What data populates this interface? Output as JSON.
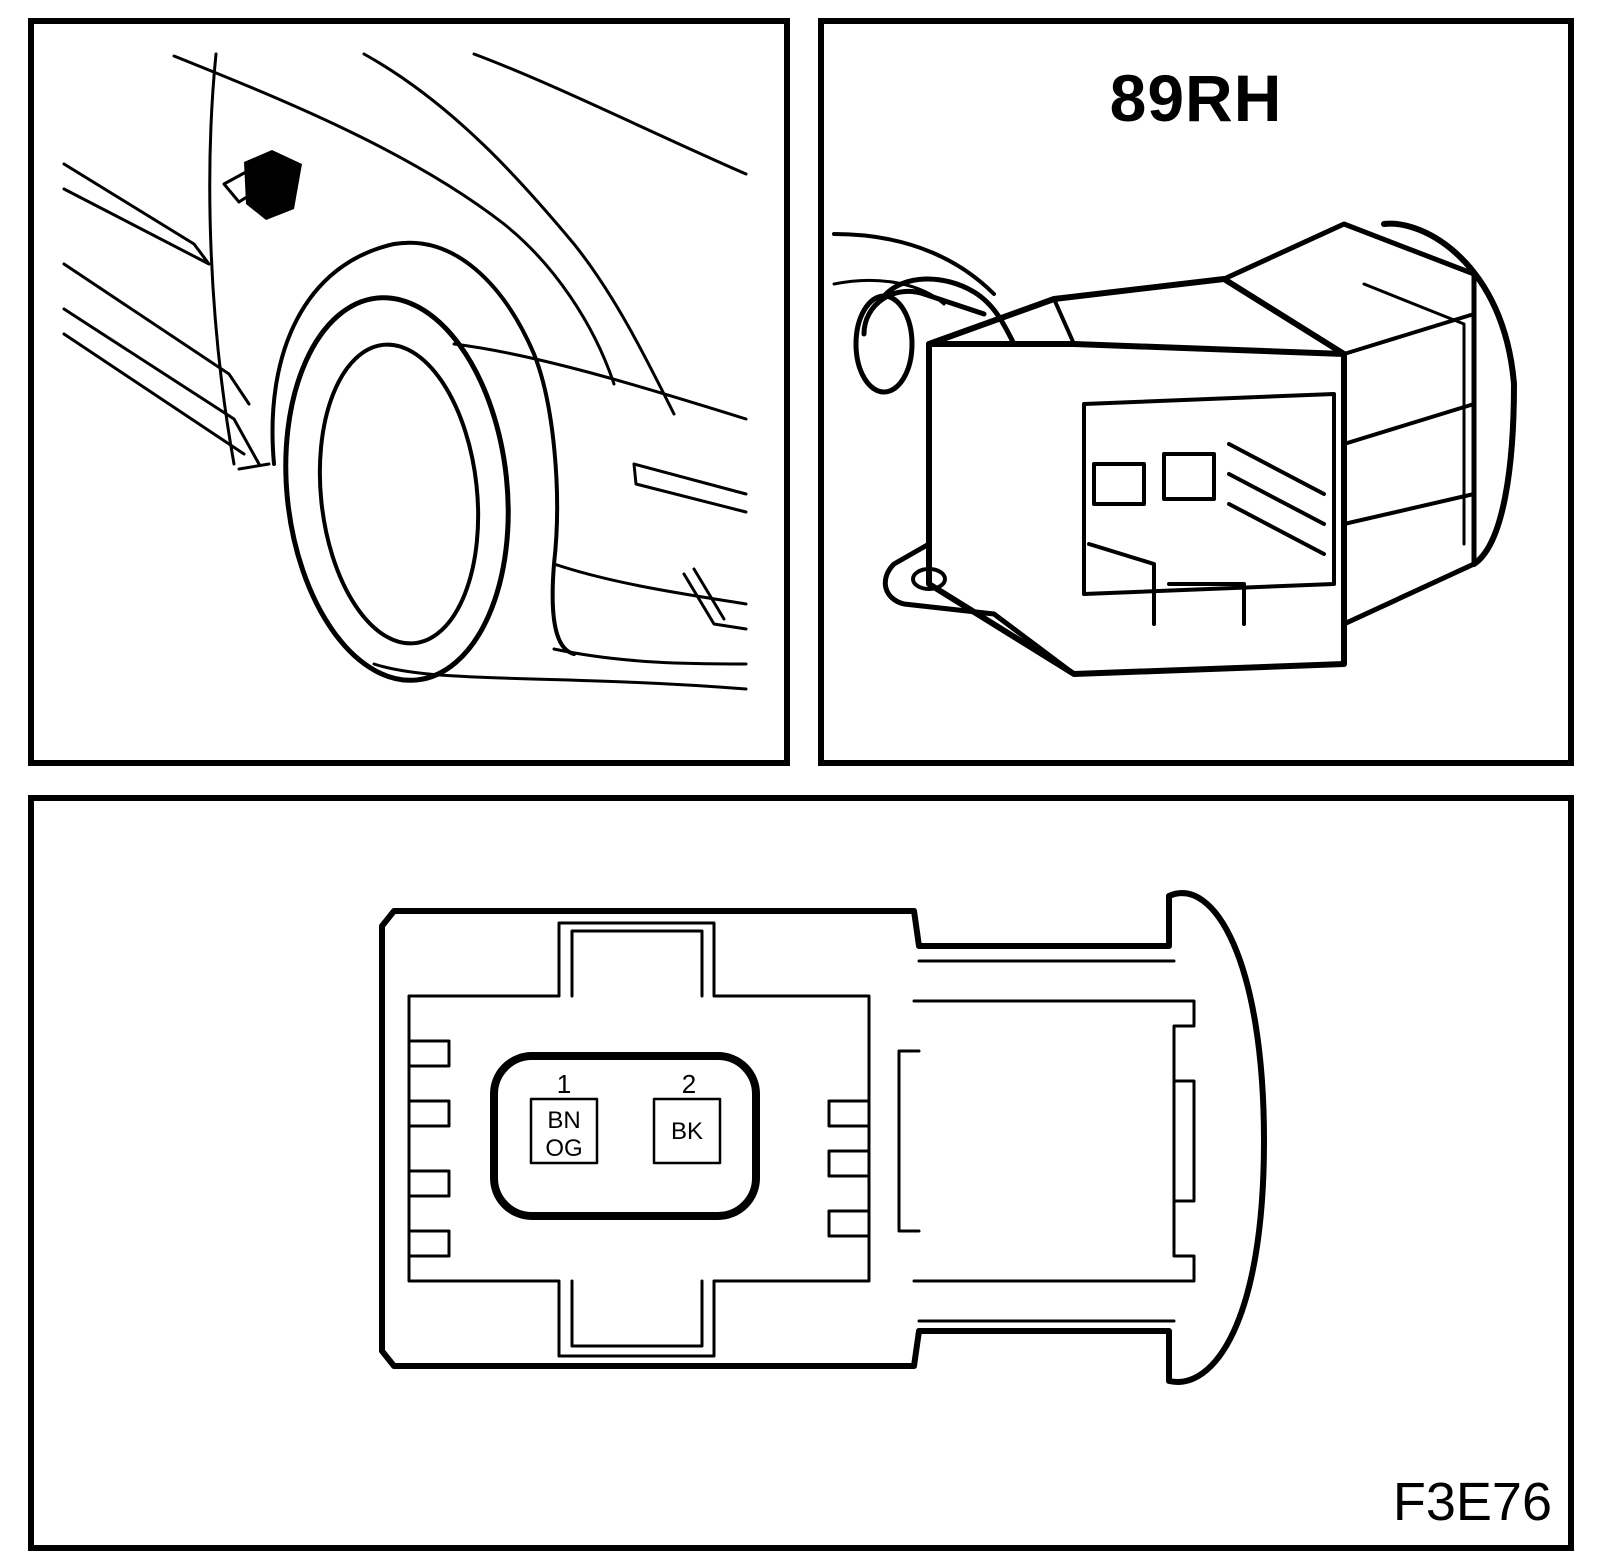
{
  "connector": {
    "title": "89RH"
  },
  "pinout": {
    "pins": [
      {
        "number": "1",
        "wire_colors": [
          "BN",
          "OG"
        ]
      },
      {
        "number": "2",
        "wire_colors": [
          "BK"
        ]
      }
    ]
  },
  "figure": {
    "code": "F3E76"
  },
  "colors": {
    "line": "#000000",
    "background": "#ffffff"
  }
}
